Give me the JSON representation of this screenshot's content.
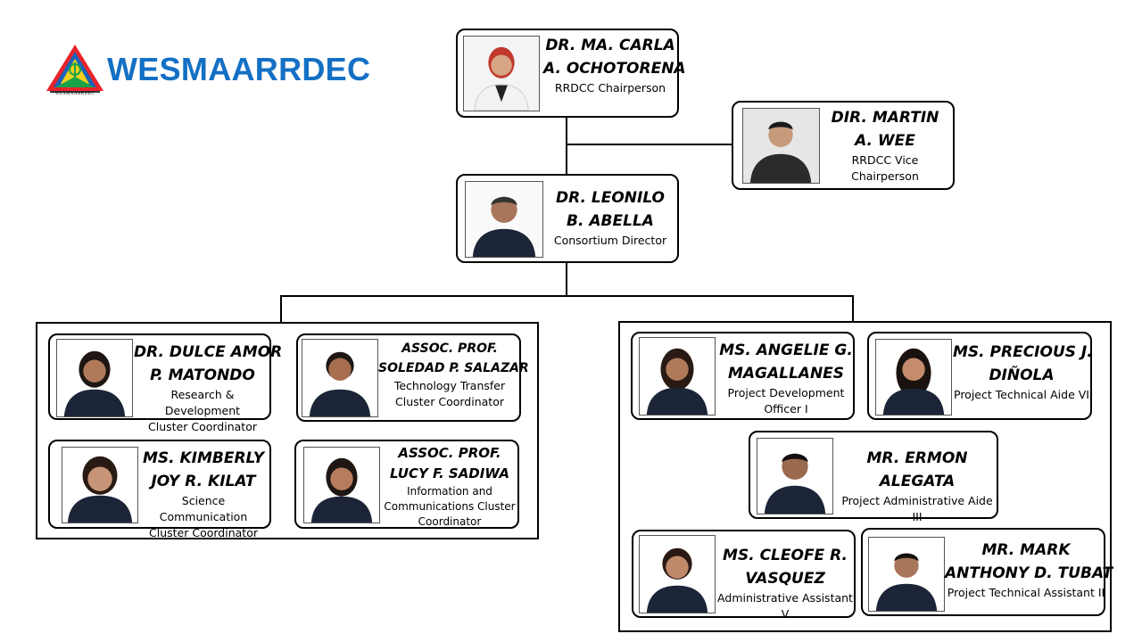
{
  "brand": {
    "name": "WESMAARRDEC",
    "logo_caption": "WESMAARRDEC",
    "color": "#1470c4"
  },
  "people": [
    {
      "id": "chair",
      "name1": "DR. MA. CARLA",
      "name2": "A. OCHOTORENA",
      "role1": "RRDCC Chairperson",
      "role2": ""
    },
    {
      "id": "vicechair",
      "name1": "DIR. MARTIN",
      "name2": "A. WEE",
      "role1": "RRDCC Vice",
      "role2": "Chairperson"
    },
    {
      "id": "director",
      "name1": "DR. LEONILO",
      "name2": "B. ABELLA",
      "role1": "Consortium Director",
      "role2": ""
    },
    {
      "id": "matondo",
      "name1": "DR. DULCE AMOR",
      "name2": "P. MATONDO",
      "role1": "Research & Development",
      "role2": "Cluster Coordinator"
    },
    {
      "id": "salazar",
      "name1": "ASSOC. PROF.",
      "name2": "SOLEDAD P. SALAZAR",
      "role1": "Technology Transfer",
      "role2": "Cluster Coordinator"
    },
    {
      "id": "kilat",
      "name1": "MS. KIMBERLY",
      "name2": "JOY R. KILAT",
      "role1": "Science Communication",
      "role2": "Cluster Coordinator"
    },
    {
      "id": "sadiwa",
      "name1": "ASSOC. PROF.",
      "name2": "LUCY F. SADIWA",
      "role1": "Information and",
      "role2": "Communications  Cluster",
      "role3": "Coordinator"
    },
    {
      "id": "magallanes",
      "name1": "MS. ANGELIE G.",
      "name2": "MAGALLANES",
      "role1": "Project Development",
      "role2": "Officer I"
    },
    {
      "id": "dinola",
      "name1": "MS. PRECIOUS J.",
      "name2": "DIÑOLA",
      "role1": "Project Technical Aide VI",
      "role2": ""
    },
    {
      "id": "alegata",
      "name1": "MR. ERMON",
      "name2": "ALEGATA",
      "role1": "Project Administrative Aide III",
      "role2": ""
    },
    {
      "id": "vasquez",
      "name1": "MS. CLEOFE R.",
      "name2": "VASQUEZ",
      "role1": "Administrative Assistant V",
      "role2": ""
    },
    {
      "id": "tubat",
      "name1": "MR. MARK",
      "name2": "ANTHONY D. TUBAT",
      "role1": "Project Technical Assistant II",
      "role2": ""
    }
  ],
  "colors": {
    "border": "#000000",
    "shirt": "#1c2538",
    "skin": "#b07a5a",
    "hair": "#1e1612"
  }
}
